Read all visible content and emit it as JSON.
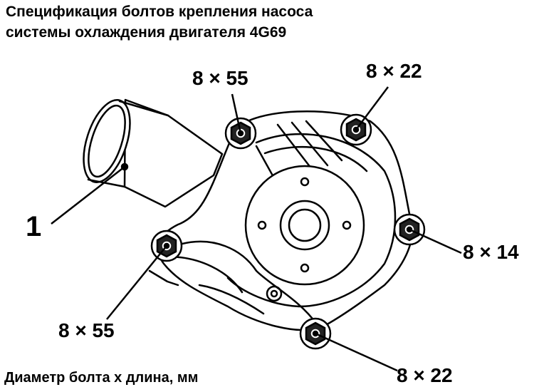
{
  "title": {
    "line1": "Спецификация болтов крепления насоса",
    "line2": "системы охлаждения двигателя 4G69"
  },
  "callouts": {
    "top": "8 × 55",
    "top_right": "8 × 22",
    "right": "8 × 14",
    "left": "8 × 55",
    "bottom": "8 × 22"
  },
  "part_number": "1",
  "caption": "Диаметр болта х длина, мм"
}
